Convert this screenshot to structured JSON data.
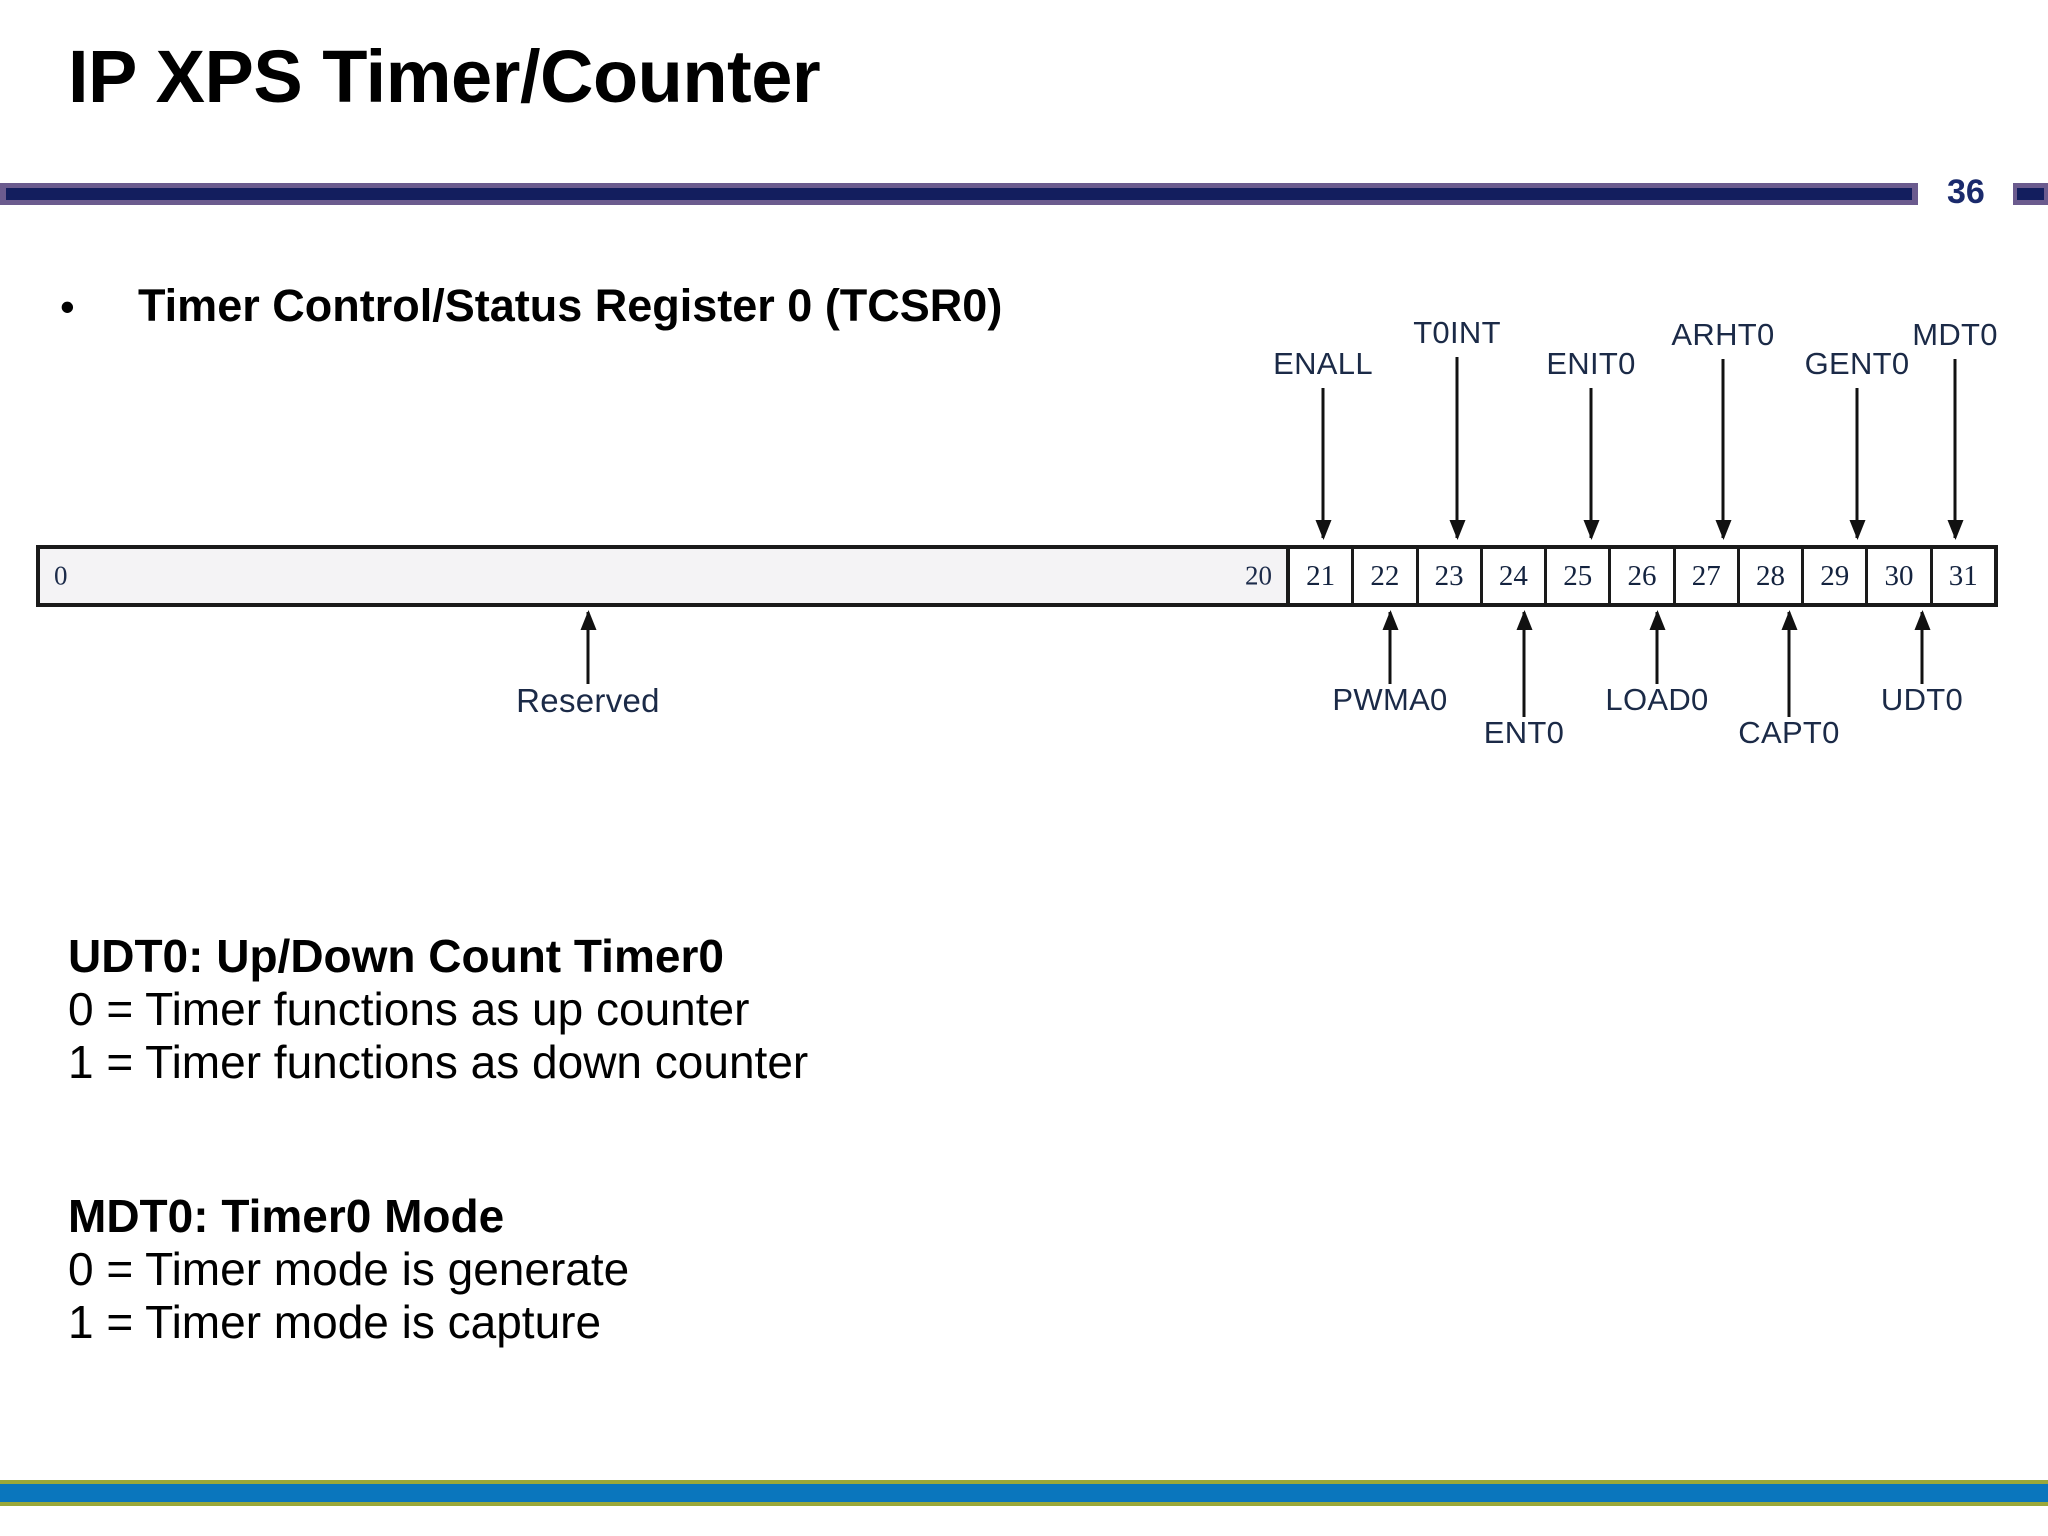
{
  "slide": {
    "title": "IP XPS Timer/Counter",
    "page_number": "36",
    "accent_header_outer": "#6b5b8e",
    "accent_header_inner": "#131e5e",
    "accent_footer_outer": "#9aa83a",
    "accent_footer_inner": "#0a76bd",
    "page_number_color": "#1a2a6c"
  },
  "bullet": {
    "marker": "•",
    "text": "Timer Control/Status Register 0 (TCSR0)"
  },
  "register_diagram": {
    "reserved_field": {
      "label": "Reserved",
      "start_bit": "0",
      "end_bit": "20"
    },
    "bit_cells": [
      {
        "bit": "21"
      },
      {
        "bit": "22"
      },
      {
        "bit": "23"
      },
      {
        "bit": "24"
      },
      {
        "bit": "25"
      },
      {
        "bit": "26"
      },
      {
        "bit": "27"
      },
      {
        "bit": "28"
      },
      {
        "bit": "29"
      },
      {
        "bit": "30"
      },
      {
        "bit": "31"
      }
    ],
    "top_labels": [
      {
        "name": "ENALL",
        "bit": "21"
      },
      {
        "name": "T0INT",
        "bit": "23"
      },
      {
        "name": "ENIT0",
        "bit": "25"
      },
      {
        "name": "ARHT0",
        "bit": "27"
      },
      {
        "name": "GENT0",
        "bit": "29"
      },
      {
        "name": "MDT0",
        "bit": "31"
      }
    ],
    "bottom_labels": [
      {
        "name": "PWMA0",
        "bit": "22"
      },
      {
        "name": "ENT0",
        "bit": "24"
      },
      {
        "name": "LOAD0",
        "bit": "26"
      },
      {
        "name": "CAPT0",
        "bit": "28"
      },
      {
        "name": "UDT0",
        "bit": "30"
      }
    ]
  },
  "descriptions": [
    {
      "heading": "UDT0: Up/Down Count Timer0",
      "lines": [
        "0 = Timer functions as up counter",
        "1 = Timer functions as down counter"
      ]
    },
    {
      "heading": "MDT0: Timer0 Mode",
      "lines": [
        "0 = Timer mode is generate",
        "1 = Timer mode is capture"
      ]
    }
  ]
}
